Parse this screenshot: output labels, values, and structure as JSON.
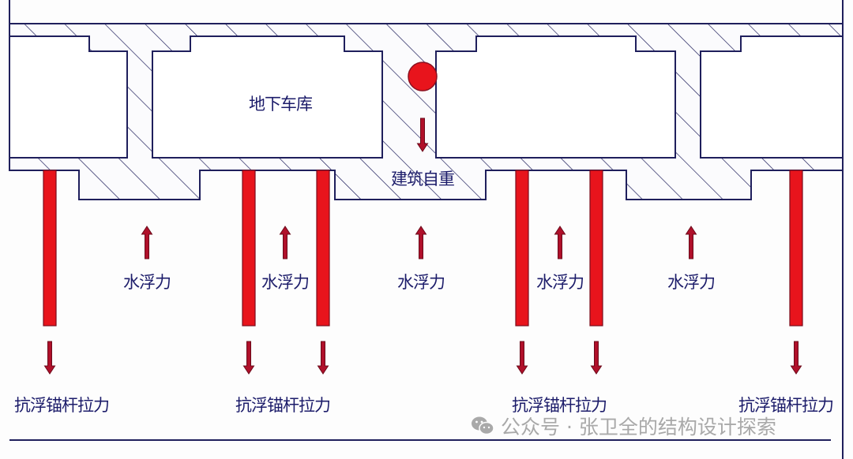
{
  "labels": {
    "garage": "地下车库",
    "self_weight": "建筑自重",
    "buoyancy": "水浮力",
    "anchor_tension": "抗浮锚杆拉力"
  },
  "watermark": {
    "icon": "wechat-icon",
    "text": "公众号 · 张卫全的结构设计探索"
  },
  "colors": {
    "line": "#1f1f5c",
    "text": "#1c1c6a",
    "anchor": "#e8141c",
    "arrow": "#b0102a",
    "watermark": "#a9a9a9"
  }
}
